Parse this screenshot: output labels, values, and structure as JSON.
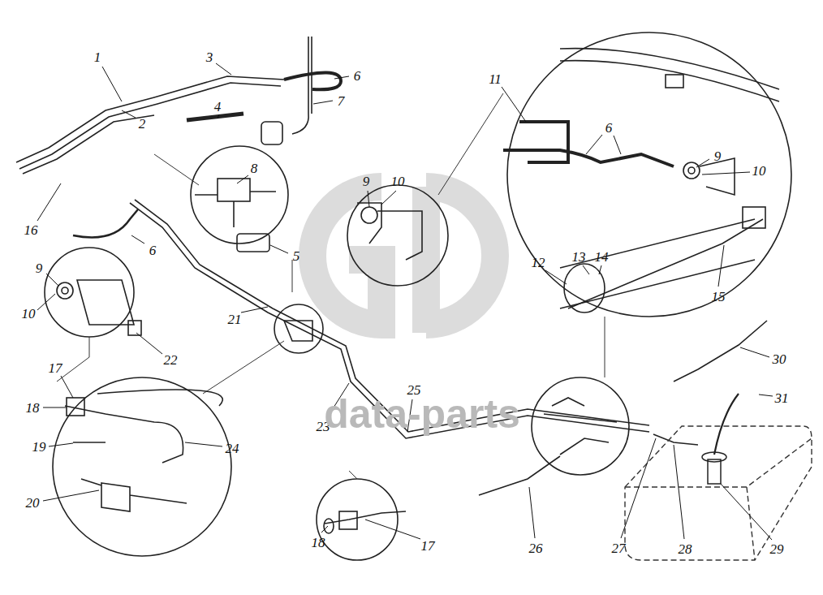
{
  "diagram": {
    "labels": [
      "1",
      "3",
      "6",
      "7",
      "4",
      "2",
      "8",
      "16",
      "6",
      "5",
      "9",
      "10",
      "22",
      "21",
      "17",
      "18",
      "19",
      "24",
      "20",
      "23",
      "25",
      "11",
      "6",
      "9",
      "10",
      "9",
      "10",
      "12",
      "13",
      "14",
      "15",
      "30",
      "31",
      "18",
      "17",
      "26",
      "27",
      "28",
      "29",
      "data-parts"
    ]
  }
}
